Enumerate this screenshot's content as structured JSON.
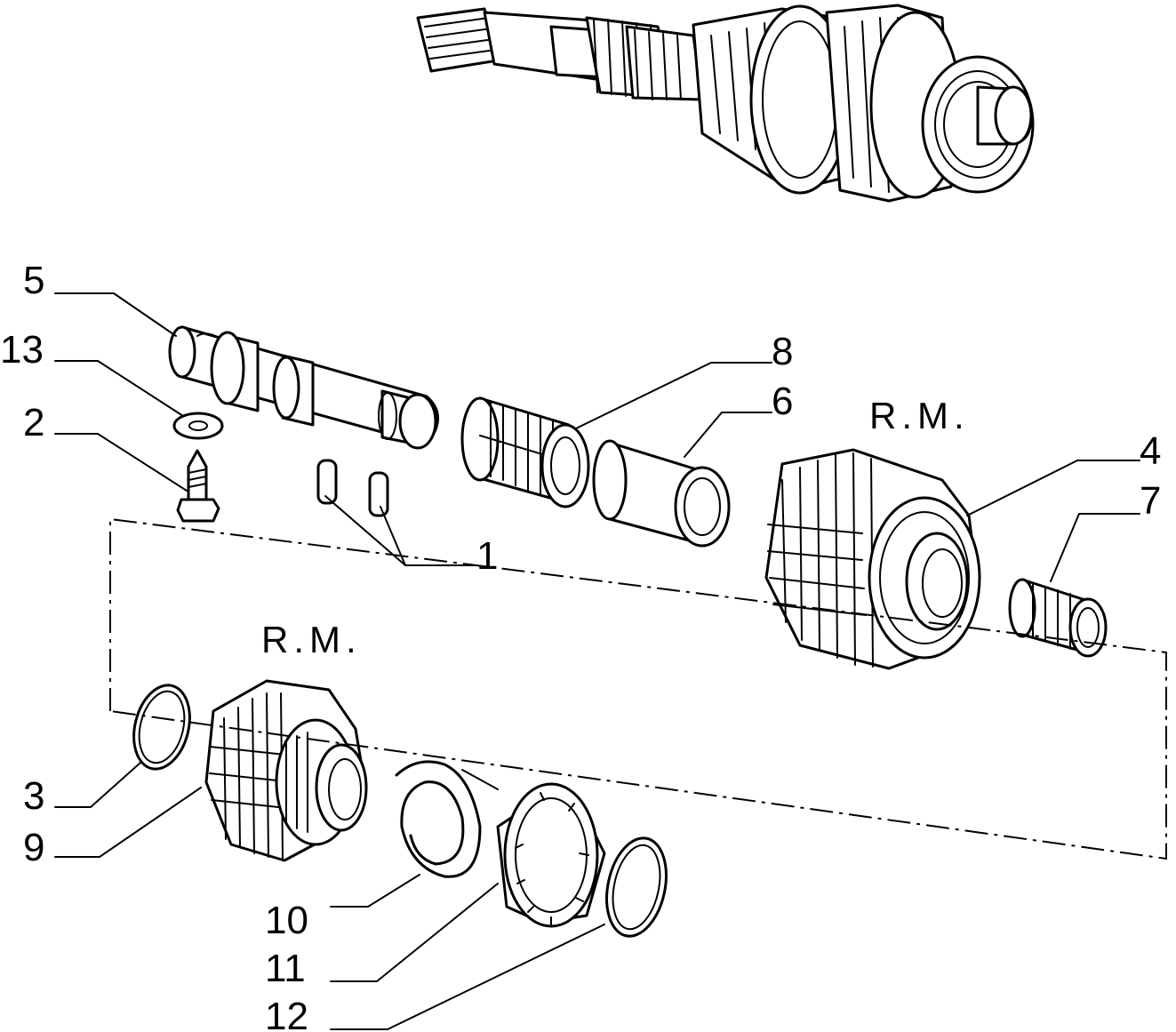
{
  "diagram": {
    "callouts": {
      "c1": "1",
      "c2": "2",
      "c3": "3",
      "c4": "4",
      "c5": "5",
      "c6": "6",
      "c7": "7",
      "c8": "8",
      "c9": "9",
      "c10": "10",
      "c11": "11",
      "c12": "12",
      "c13": "13"
    },
    "notes": {
      "rm_upper": "R.M.",
      "rm_lower": "R.M."
    }
  }
}
